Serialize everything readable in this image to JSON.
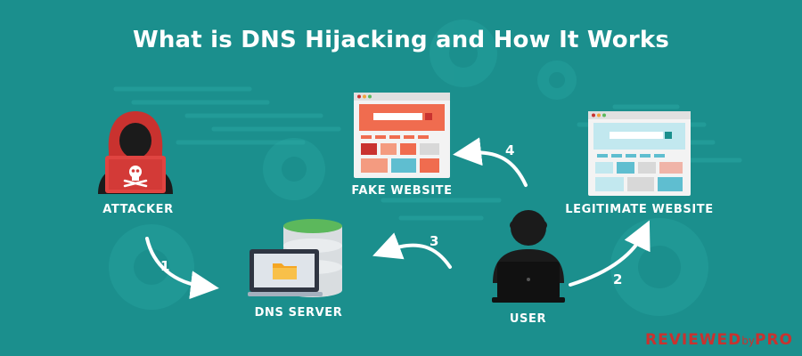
{
  "title": "What is DNS Hijacking and How It Works",
  "labels": {
    "attacker": "ATTACKER",
    "fake_website": "FAKE WEBSITE",
    "legitimate_website": "LEGITIMATE WEBSITE",
    "dns_server": "DNS SERVER",
    "user": "USER"
  },
  "steps": [
    "1",
    "2",
    "3",
    "4"
  ],
  "brand": {
    "part1": "REVIEWED",
    "part2": "by",
    "part3": "PRO"
  },
  "colors": {
    "background": "#1b8f8d",
    "accent_red": "#c9322f",
    "arrow": "#ffffff"
  }
}
